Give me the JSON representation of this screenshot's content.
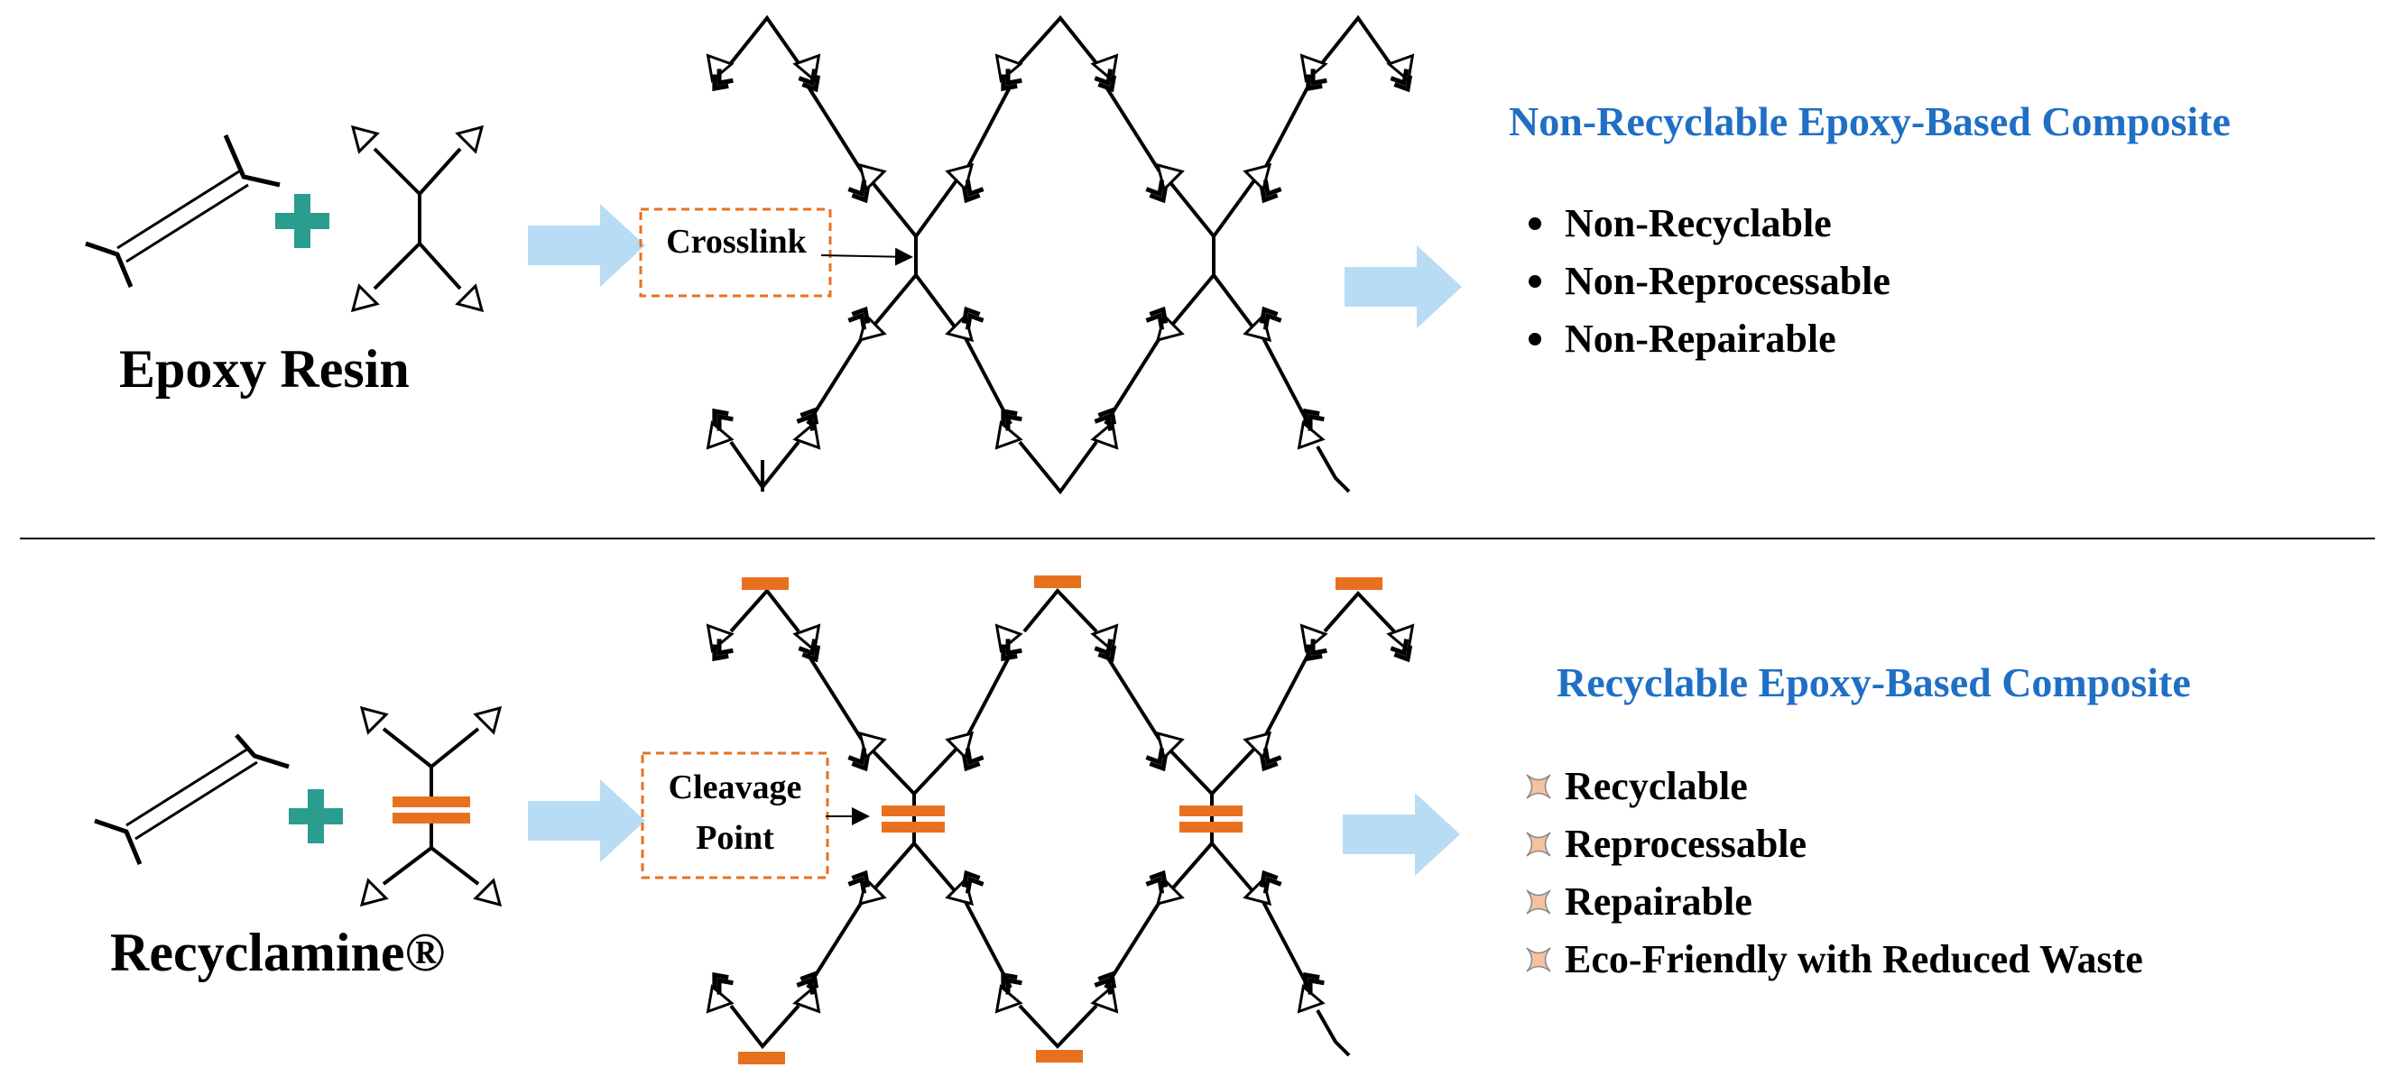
{
  "colors": {
    "title_blue": "#1f6fc5",
    "arrow_fill": "#b9dcf5",
    "plus_teal": "#2a9d8f",
    "cleavage_orange": "#e8711f",
    "dashed_box": "#e8711f",
    "star_fill": "#f5c2a0"
  },
  "top": {
    "reactant_label": "Epoxy Resin",
    "callout_label": "Crosslink",
    "result_title": "Non-Recyclable Epoxy-Based Composite",
    "properties": [
      "Non-Recyclable",
      "Non-Reprocessable",
      "Non-Repairable"
    ]
  },
  "bottom": {
    "reactant_label": "Recyclamine®",
    "callout_label_line1": "Cleavage",
    "callout_label_line2": "Point",
    "result_title": "Recyclable Epoxy-Based Composite",
    "properties": [
      "Recyclable",
      "Reprocessable",
      "Repairable",
      "Eco-Friendly with Reduced Waste"
    ]
  },
  "icons": {
    "process_arrow": "right-arrow-icon",
    "plus": "plus-icon",
    "bullet": "bullet-icon",
    "star": "four-point-star-icon"
  }
}
